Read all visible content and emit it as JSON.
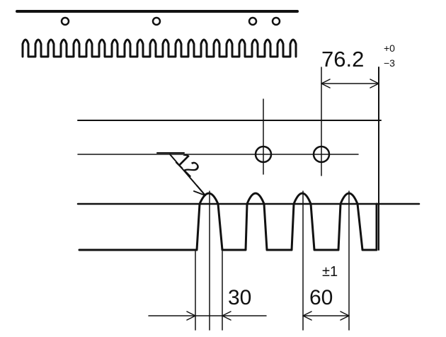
{
  "colors": {
    "ink": "#111111",
    "paper": "#ffffff"
  },
  "dimensions": {
    "pitch_value": "76.2",
    "pitch_tol_upper": "+0",
    "pitch_tol_lower": "−3",
    "radius": "12",
    "width_slot": "30",
    "spacing": "60",
    "spacing_tol": "±1"
  }
}
